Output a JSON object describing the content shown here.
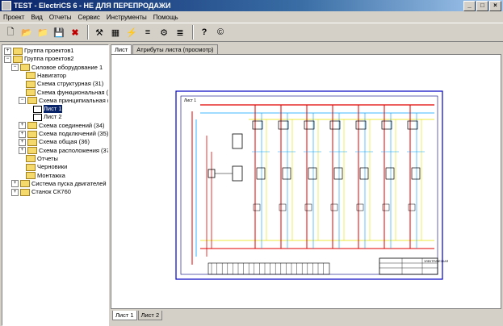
{
  "window": {
    "title": "TEST - ElectriCS 6  - НЕ ДЛЯ ПЕРЕПРОДАЖИ",
    "minimize": "_",
    "maximize": "□",
    "close": "×"
  },
  "menu": [
    "Проект",
    "Вид",
    "Отчеты",
    "Сервис",
    "Инструменты",
    "Помощь"
  ],
  "toolbar": {
    "icons": [
      "new-project-icon",
      "open-icon",
      "open-folder-icon",
      "save-icon",
      "delete-icon",
      "tool-icon",
      "table-icon",
      "wand-icon",
      "props-icon",
      "settings-icon",
      "align-icon",
      "help-icon",
      "about-icon"
    ],
    "glyphs": [
      "🗋",
      "📂",
      "📁",
      "💾",
      "✖",
      "⚒",
      "▦",
      "⚡",
      "≡",
      "⚙",
      "≣",
      "?",
      "©"
    ]
  },
  "tree": {
    "items": [
      {
        "label": "Группа проектов1",
        "level": 0,
        "toggle": "+",
        "icon": "folder"
      },
      {
        "label": "Группа проектов2",
        "level": 0,
        "toggle": "−",
        "icon": "folder"
      },
      {
        "label": "Силовое оборудование 1",
        "level": 1,
        "toggle": "−",
        "icon": "folder"
      },
      {
        "label": "Навигатор",
        "level": 2,
        "toggle": "",
        "icon": "folder"
      },
      {
        "label": "Схема структурная (31)",
        "level": 2,
        "toggle": "",
        "icon": "folder"
      },
      {
        "label": "Схема функциональная (",
        "level": 2,
        "toggle": "",
        "icon": "folder"
      },
      {
        "label": "Схема принципиальная (",
        "level": 2,
        "toggle": "−",
        "icon": "folder"
      },
      {
        "label": "Лист 1",
        "level": 3,
        "toggle": "",
        "icon": "sheet",
        "selected": true
      },
      {
        "label": "Лист 2",
        "level": 3,
        "toggle": "",
        "icon": "sheet"
      },
      {
        "label": "Схема соединений (34)",
        "level": 2,
        "toggle": "+",
        "icon": "folder"
      },
      {
        "label": "Схема подключений (35)",
        "level": 2,
        "toggle": "+",
        "icon": "folder"
      },
      {
        "label": "Схема общая (36)",
        "level": 2,
        "toggle": "+",
        "icon": "folder"
      },
      {
        "label": "Схема расположения (37",
        "level": 2,
        "toggle": "+",
        "icon": "folder"
      },
      {
        "label": "Отчеты",
        "level": 2,
        "toggle": "",
        "icon": "folder"
      },
      {
        "label": "Черновики",
        "level": 2,
        "toggle": "",
        "icon": "folder"
      },
      {
        "label": "Монтажка",
        "level": 2,
        "toggle": "",
        "icon": "folder"
      },
      {
        "label": "Система пуска двигателей",
        "level": 1,
        "toggle": "+",
        "icon": "folder"
      },
      {
        "label": "Станок СК760",
        "level": 1,
        "toggle": "+",
        "icon": "folder"
      }
    ]
  },
  "tabs_top": [
    {
      "label": "Лист",
      "active": true
    },
    {
      "label": "Атрибуты листа (просмотр)",
      "active": false
    }
  ],
  "tabs_bottom": [
    {
      "label": "Лист 1",
      "active": true
    },
    {
      "label": "Лист 2",
      "active": false
    }
  ],
  "drawing": {
    "frame_label": "Лист 1",
    "title_block_label": "ЭЛЕКТРИЧЕСКАЯ"
  },
  "colors": {
    "titlebar": "#0a246a",
    "wire_red": "#e00000",
    "wire_blue": "#00a0ff",
    "wire_yellow": "#e8e000",
    "frame_blue": "#0000c0"
  }
}
